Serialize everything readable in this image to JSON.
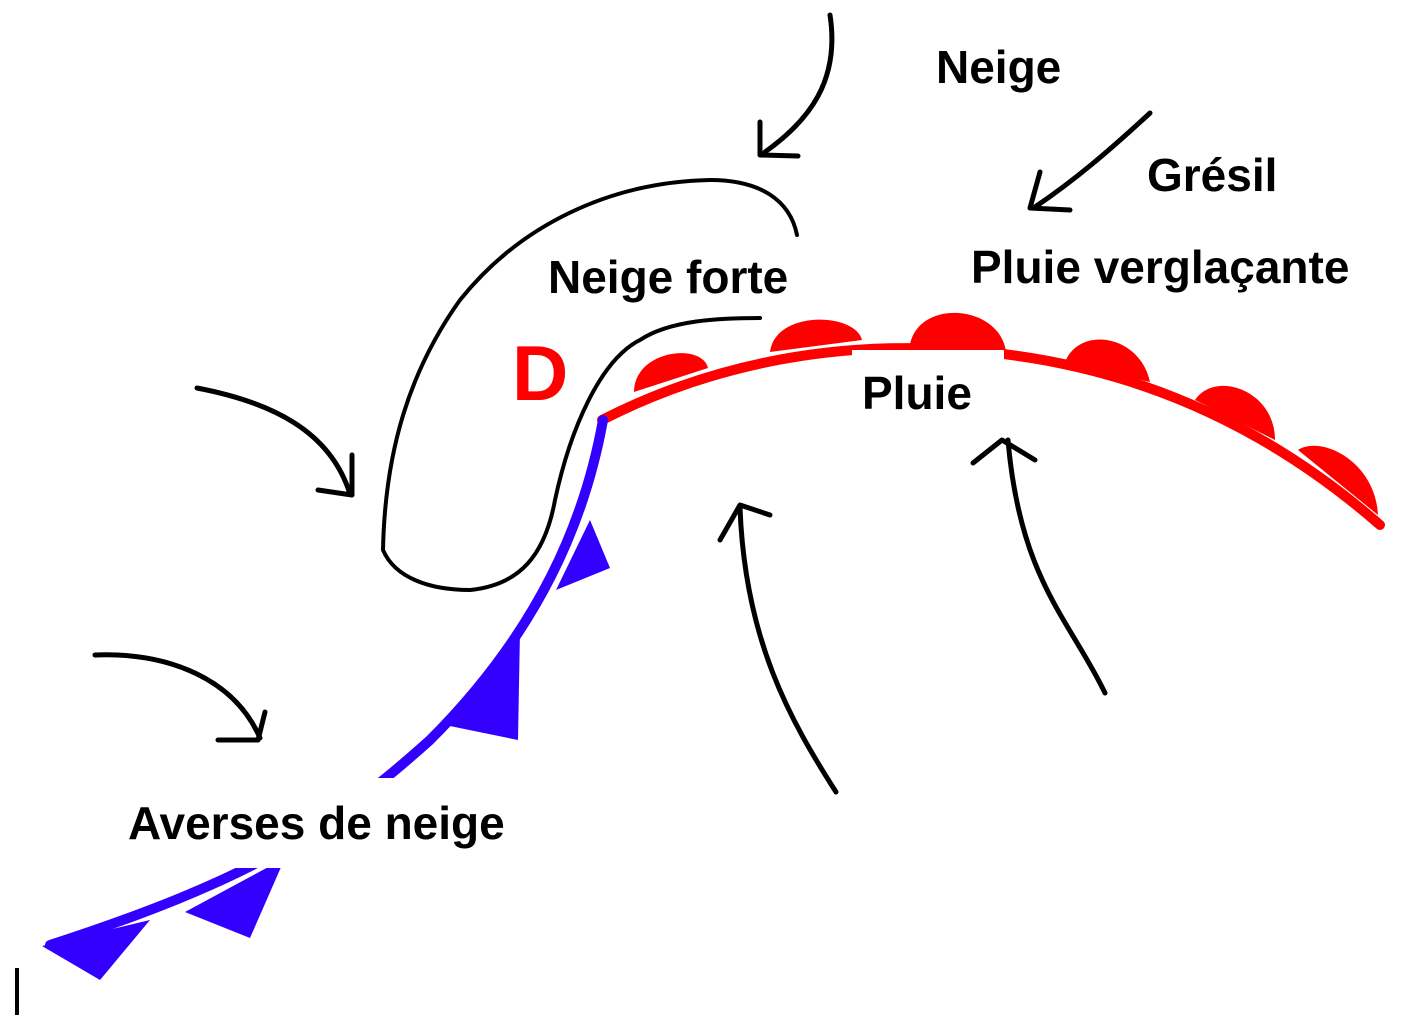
{
  "diagram": {
    "low_pressure_symbol": "D",
    "precipitation_labels": {
      "snow": "Neige",
      "sleet": "Grésil",
      "freezing_rain": "Pluie verglaçante",
      "heavy_snow": "Neige forte",
      "rain": "Pluie",
      "snow_showers": "Averses de neige"
    },
    "fronts": {
      "warm_front": {
        "color": "#ff0000",
        "symbol": "semicircles"
      },
      "cold_front": {
        "color": "#3300ff",
        "symbol": "triangles"
      }
    },
    "wind_arrows_color": "#000000"
  }
}
